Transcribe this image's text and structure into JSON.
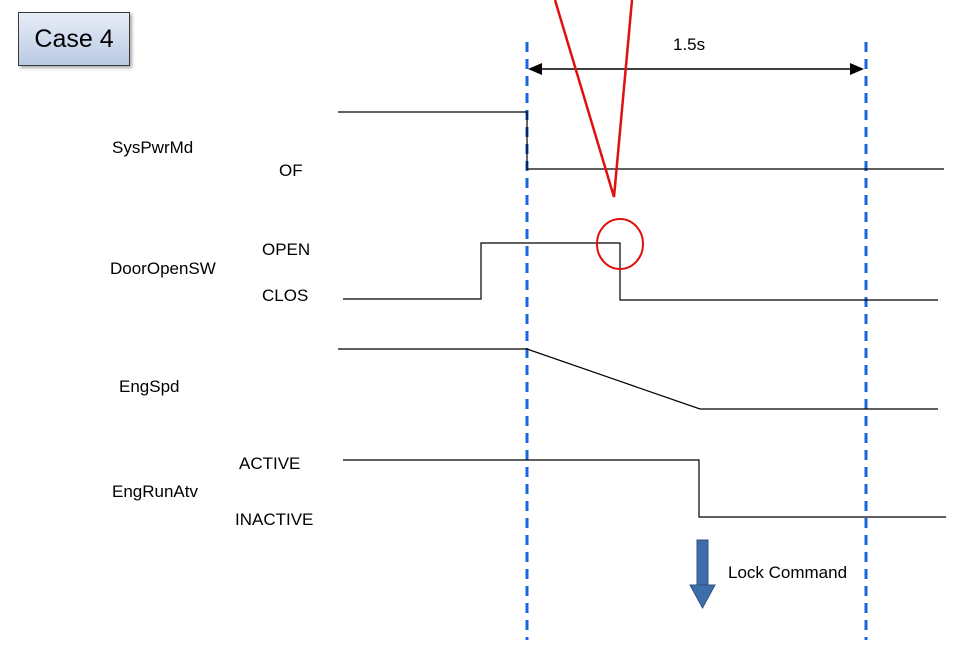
{
  "case_label": "Case 4",
  "interval": "1.5s",
  "signals": {
    "sys_pwr_md": {
      "name": "SysPwrMd",
      "state_low": "OF"
    },
    "door_open_sw": {
      "name": "DoorOpenSW",
      "state_high": "OPEN",
      "state_low": "CLOS"
    },
    "eng_spd": {
      "name": "EngSpd"
    },
    "eng_run_atv": {
      "name": "EngRunAtv",
      "state_high": "ACTIVE",
      "state_low": "INACTIVE"
    }
  },
  "lock_command": "Lock Command",
  "colors": {
    "marker_line": "#1a66e0",
    "callout": "#e01010",
    "arrow": "#3e6da8",
    "signal": "#000000"
  }
}
